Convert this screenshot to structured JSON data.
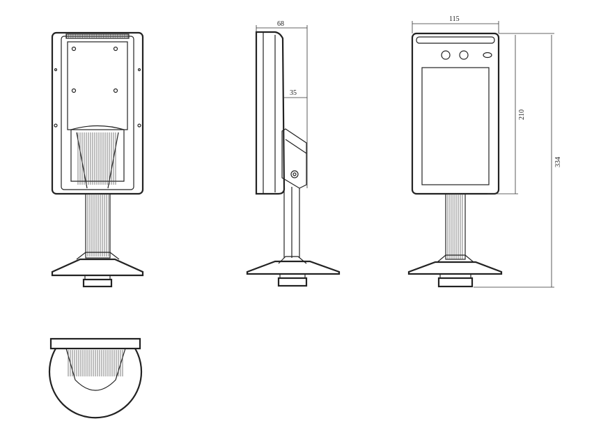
{
  "title": "Face recognition terminal dimension drawing",
  "views": [
    "back-view",
    "side-view",
    "front-view",
    "bottom-view"
  ],
  "dimensions": {
    "depth_total": "68",
    "depth_bracket": "35",
    "width": "115",
    "panel_height": "210",
    "total_height": "334"
  },
  "colors": {
    "line": "#222222",
    "background": "#ffffff"
  }
}
